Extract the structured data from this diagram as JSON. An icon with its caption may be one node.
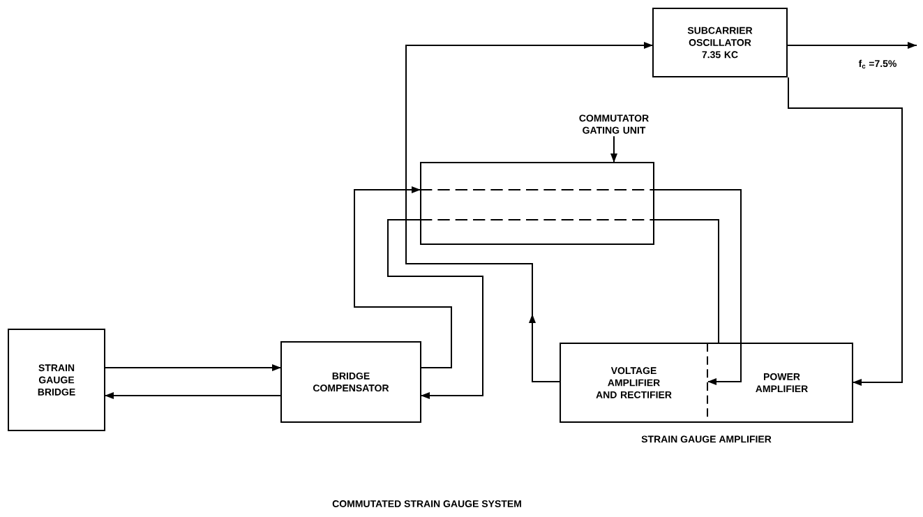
{
  "diagram": {
    "caption": "COMMUTATED STRAIN GAUGE SYSTEM",
    "nodes": [
      {
        "text": [
          "STRAIN GAUGE BRIDGE"
        ]
      },
      {
        "text": [
          "BRIDGE COMPENSATOR"
        ]
      },
      {
        "text": [
          "COMMUTATOR GATING UNIT"
        ]
      },
      {
        "text": [],
        "shape": "box"
      },
      {
        "text": [
          "SUBCARRIER OSCILLATOR 7.35 KC"
        ]
      },
      {
        "text": [
          "STRAIN GAUGE AMPLIFIER"
        ]
      },
      {
        "text": [
          "VOLTAGE AMPLIFIER AND RECTIFIER"
        ],
        "in": 5
      },
      {
        "text": [
          "POWER AMPLIFIER"
        ],
        "in": 5
      }
    ],
    "edges": [
      {
        "from": 0,
        "to": 1,
        "arrow": "to"
      },
      {
        "from": 1,
        "to": 0,
        "arrow": "to"
      },
      {
        "from": 1,
        "to": 3,
        "arrow": "to"
      },
      {
        "from": 3,
        "to": 1,
        "arrow": "to"
      },
      {
        "from": 3,
        "to": 6,
        "arrow": "to"
      },
      {
        "from": 7,
        "to": 3,
        "arrow": "none"
      },
      {
        "from": 6,
        "to": 4,
        "arrow": "to"
      },
      {
        "from": 4,
        "to": 7,
        "arrow": "to"
      },
      {
        "from": 4,
        "to": null,
        "arrow": "to",
        "label": "f$_{c}$ =7.5%"
      },
      {
        "from": 2,
        "to": 3,
        "arrow": "to"
      }
    ]
  }
}
